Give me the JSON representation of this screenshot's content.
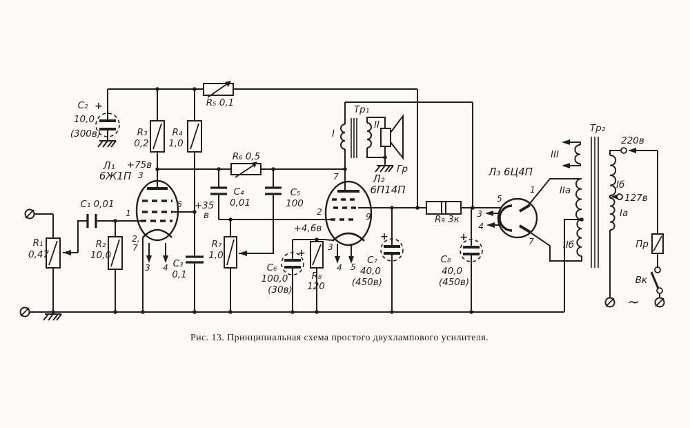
{
  "figure": {
    "caption": "Рис. 13. Принципиальная схема простого двухлампового усилителя."
  },
  "colors": {
    "ink": "#1f1f1f",
    "paper": "#fbfaf7"
  },
  "t": {
    "c2": "C₂",
    "c2v": "10,0",
    "c2b": "(300в)",
    "pc2": "+",
    "r3": "R₃",
    "r3v": "0,2",
    "r4": "R₄",
    "r4v": "1,0",
    "r5": "R₅ 0,1",
    "l1": "Л₁",
    "l1t": "6Ж1П",
    "p75": "+75в",
    "p3": "3",
    "c1": "C₁ 0,01",
    "p1": "1",
    "r1": "R₁",
    "r1v": "0,47",
    "r2": "R₂",
    "r2v": "10,0",
    "p27a": "2,",
    "p27b": "7",
    "h3": "3",
    "h4": "4",
    "c3": "C₃",
    "c3v": "0,1",
    "p35": "+35",
    "p35b": "в",
    "p6": "6",
    "c4": "C₄",
    "c4v": "0,01",
    "c5": "C₅",
    "c5v": "100",
    "r6": "R₆ 0,5",
    "r7": "R₇",
    "r7v": "1,0",
    "p46": "+4,6в",
    "c6": "C₆",
    "c6v": "100,0",
    "c6b": "(30в)",
    "pc6": "+",
    "r8": "R₈",
    "r8v": "120",
    "l2": "Л₂",
    "l2t": "6П14П",
    "p7_2": "7",
    "p2_2": "2",
    "p9_2": "9",
    "p3_2": "3",
    "p4_2": "4",
    "p5_2": "5",
    "tr1": "Тр₁",
    "wI": "I",
    "wII": "II",
    "gr": "Гр",
    "r9": "R₉ 3к",
    "c7": "C₇",
    "c7v": "40,0",
    "c7b": "(450в)",
    "pc7": "+",
    "c8": "C₈",
    "c8v": "40,0",
    "c8b": "(450в)",
    "pc8": "+",
    "l3": "Л₃ 6Ц4П",
    "p5_3": "5",
    "p1_3": "1",
    "p7_3": "7",
    "p3_3": "3",
    "p4_3": "4",
    "tr2": "Тр₂",
    "wIII": "III",
    "w2a": "IIа",
    "w2b": "IIб",
    "w1b": "Iб",
    "w1a": "Iа",
    "v220": "220в",
    "v127": "127в",
    "pr": "Пр",
    "vk": "Вк",
    "tld": "~"
  }
}
